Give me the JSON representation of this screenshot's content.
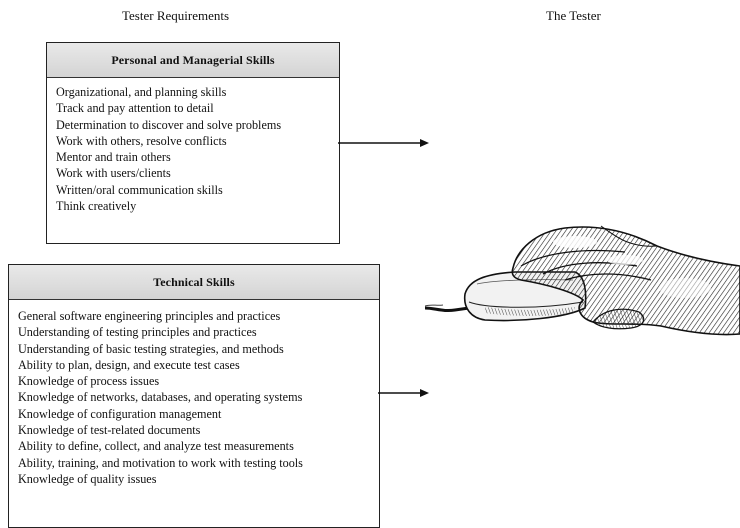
{
  "columns": {
    "left_title": "Tester Requirements",
    "right_title": "The Tester"
  },
  "personal": {
    "heading": "Personal and Managerial Skills",
    "items": [
      "Organizational, and planning skills",
      "Track and pay attention to detail",
      "Determination to discover and solve problems",
      "Work with others, resolve conflicts",
      "Mentor and train others",
      "Work with users/clients",
      "Written/oral communication skills",
      "Think creatively"
    ]
  },
  "technical": {
    "heading": "Technical Skills",
    "items": [
      "General software engineering principles and practices",
      "Understanding of testing principles and practices",
      "Understanding of basic testing strategies, and methods",
      "Ability to plan, design, and execute test cases",
      "Knowledge of process issues",
      "Knowledge of networks, databases, and operating systems",
      "Knowledge  of configuration management",
      "Knowledge of test-related documents",
      "Ability to define, collect, and analyze test measurements",
      "Ability, training, and motivation to work with testing tools",
      "Knowledge of quality issues"
    ]
  },
  "icons": {
    "tester_image": "hand-on-mouse-icon",
    "connector": "arrow-right-icon"
  }
}
